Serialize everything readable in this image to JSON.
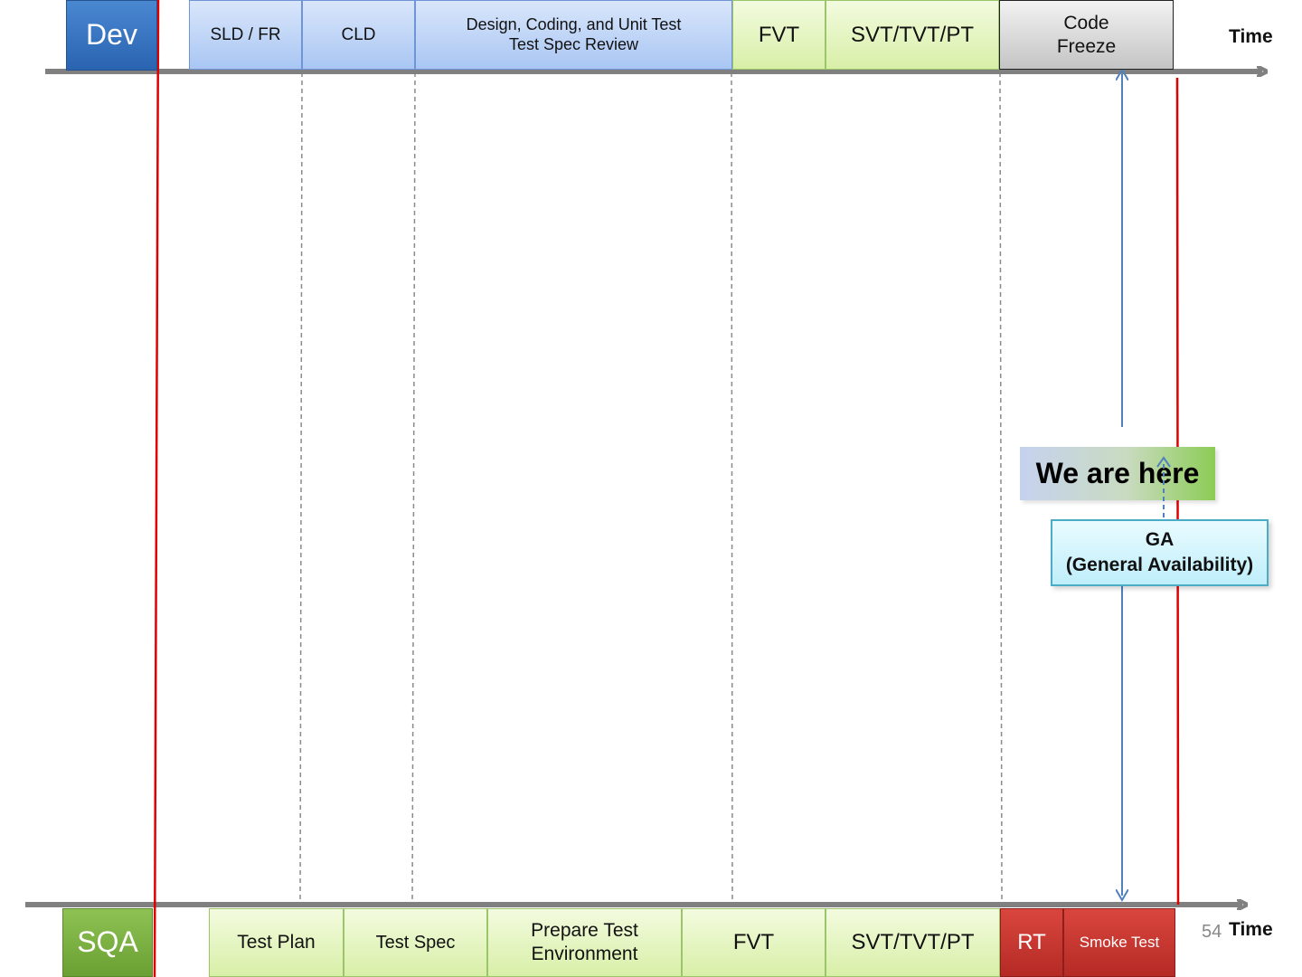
{
  "dev_track": {
    "label": "Dev",
    "time_label": "Time",
    "phases": [
      {
        "lines": [
          "SLD  / FR"
        ],
        "color": "blue"
      },
      {
        "lines": [
          "CLD"
        ],
        "color": "blue"
      },
      {
        "lines": [
          "Design, Coding, and Unit Test",
          "Test Spec Review"
        ],
        "color": "blue"
      },
      {
        "lines": [
          "FVT"
        ],
        "color": "green"
      },
      {
        "lines": [
          "SVT/TVT/PT"
        ],
        "color": "green"
      },
      {
        "lines": [
          "Code",
          "Freeze"
        ],
        "color": "grey"
      }
    ]
  },
  "sqa_track": {
    "label": "SQA",
    "time_label": "Time",
    "phases": [
      {
        "lines": [
          "Test Plan"
        ],
        "color": "green"
      },
      {
        "lines": [
          "Test Spec"
        ],
        "color": "green"
      },
      {
        "lines": [
          "Prepare Test",
          "Environment"
        ],
        "color": "green"
      },
      {
        "lines": [
          "FVT"
        ],
        "color": "green"
      },
      {
        "lines": [
          "SVT/TVT/PT"
        ],
        "color": "green"
      },
      {
        "lines": [
          "RT"
        ],
        "color": "red"
      },
      {
        "lines": [
          "Smoke Test"
        ],
        "color": "red"
      }
    ]
  },
  "we_are_here": "We are here",
  "ga_box": {
    "line1": "GA",
    "line2": "(General Availability)"
  },
  "page_number": "54",
  "colors": {
    "axis": "#808080",
    "marker_line": "#e00000",
    "connector": "#4f81bd",
    "divider": "#8a8a8a"
  }
}
